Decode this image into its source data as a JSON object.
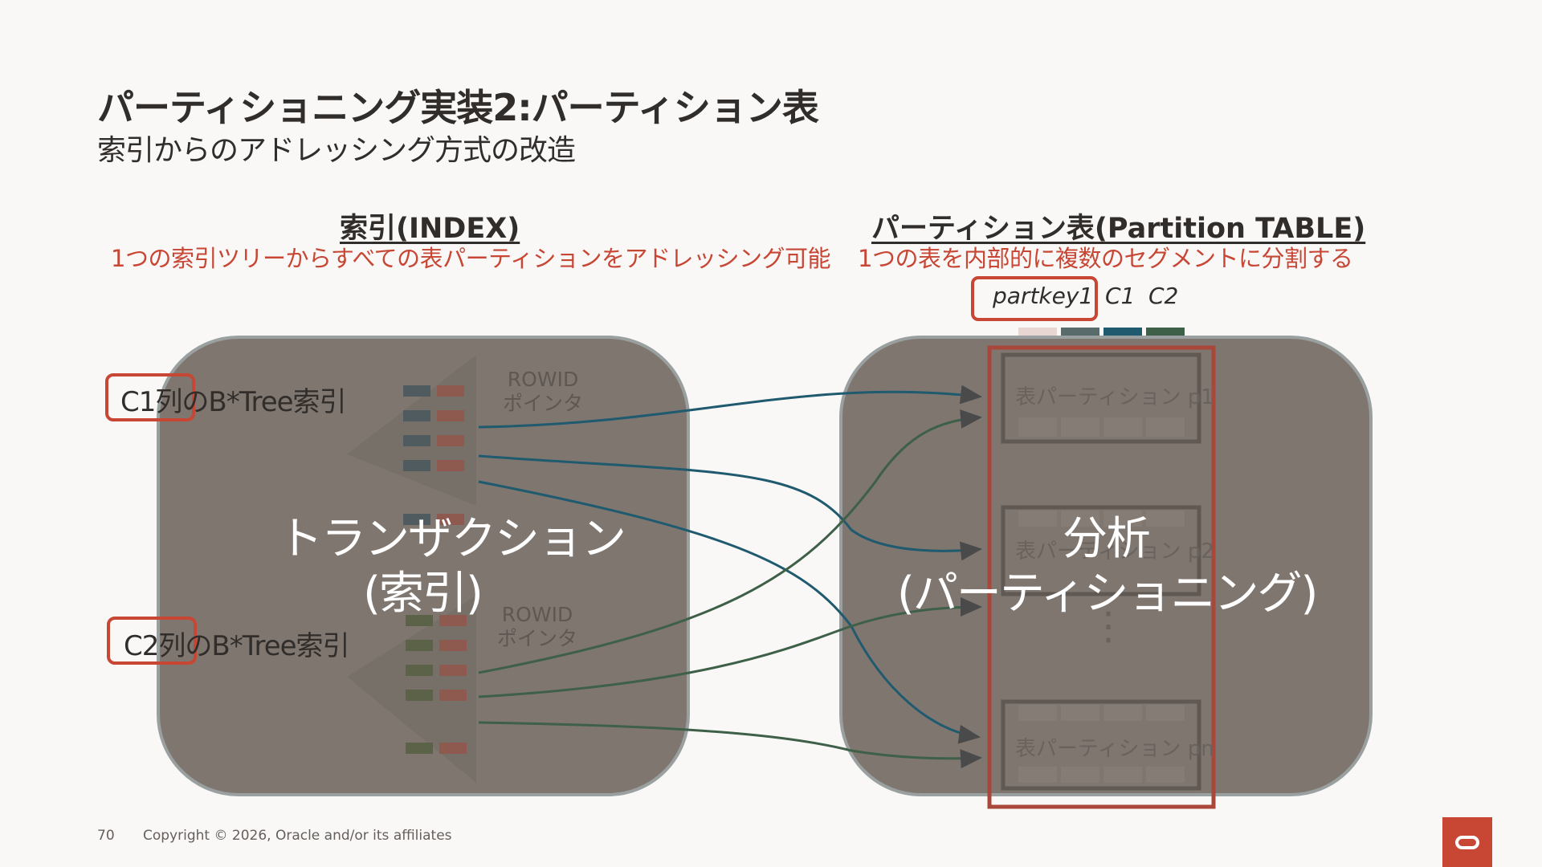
{
  "slide": {
    "title": "パーティショニング実装2:パーティション表",
    "subtitle": "索引からのアドレッシング方式の改造",
    "page_number": "70",
    "copyright": "Copyright © 2026, Oracle and/or its affiliates"
  },
  "index_section": {
    "title": "索引(INDEX)",
    "description": "1つの索引ツリーからすべての表パーティションをアドレッシング可能",
    "c1_label": "C1列のB*Tree索引",
    "c2_label": "C2列のB*Tree索引",
    "rowid_line1": "ROWID",
    "rowid_line2": "ポインタ"
  },
  "table_section": {
    "title": "パーティション表(Partition TABLE)",
    "description": "1つの表を内部的に複数のセグメントに分割する",
    "columns": [
      "partkey1",
      "C1",
      "C2"
    ],
    "partitions": [
      "表パーティション p1",
      "表パーティション p2",
      "表パーティション pn"
    ],
    "ellipsis": "⋮"
  },
  "overlays": {
    "left_line1": "トランザクション",
    "left_line2": "(索引)",
    "right_line1": "分析",
    "right_line2": "(パーティショニング)"
  },
  "colors": {
    "accent_red": "#c74634",
    "link_blue": "#1f5a6e",
    "link_green": "#3e5f48",
    "overlay_grey": "#7f7670"
  }
}
